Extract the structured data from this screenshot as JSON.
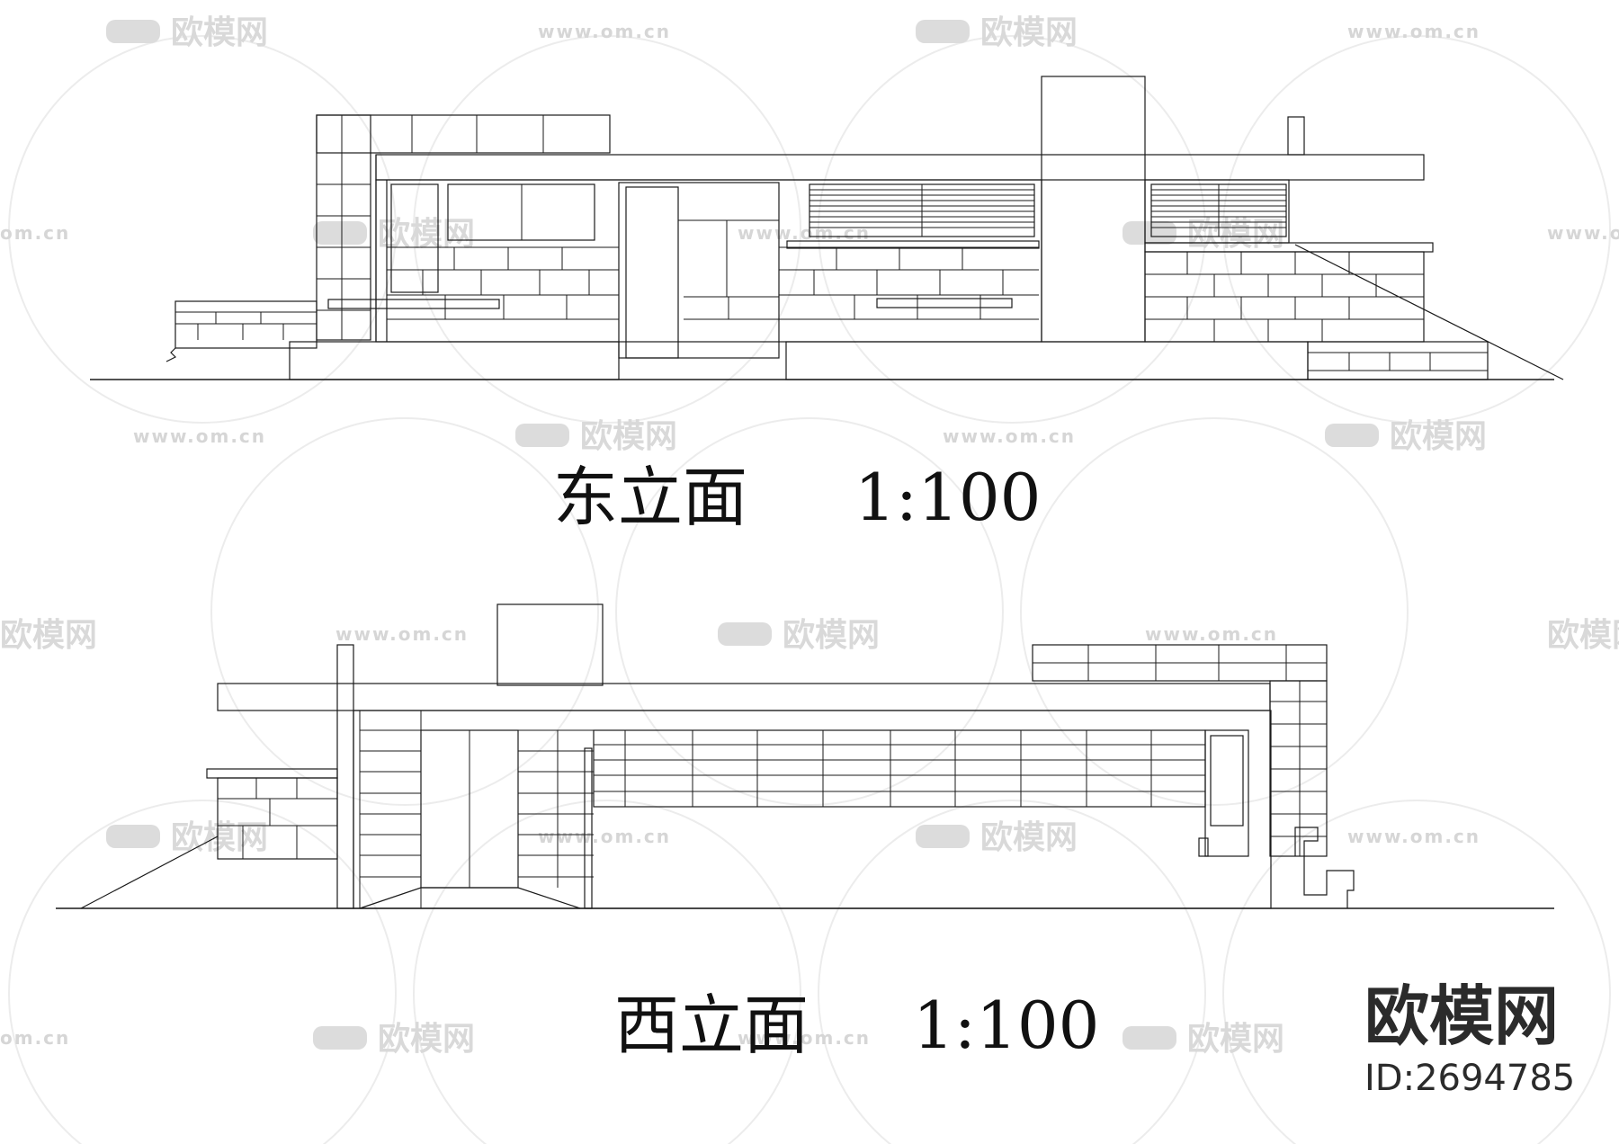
{
  "east_elevation": {
    "title": "东立面",
    "scale": "1:100"
  },
  "west_elevation": {
    "title": "西立面",
    "scale": "1:100"
  },
  "watermark": {
    "brand": "欧模网",
    "url": "www.om.cn",
    "url_short": "om.cn",
    "color": "#d9d9d9"
  },
  "badge": {
    "name": "欧模网",
    "id": "ID:2694785"
  },
  "colors": {
    "line": "#1a1a1a",
    "background": "#ffffff"
  }
}
